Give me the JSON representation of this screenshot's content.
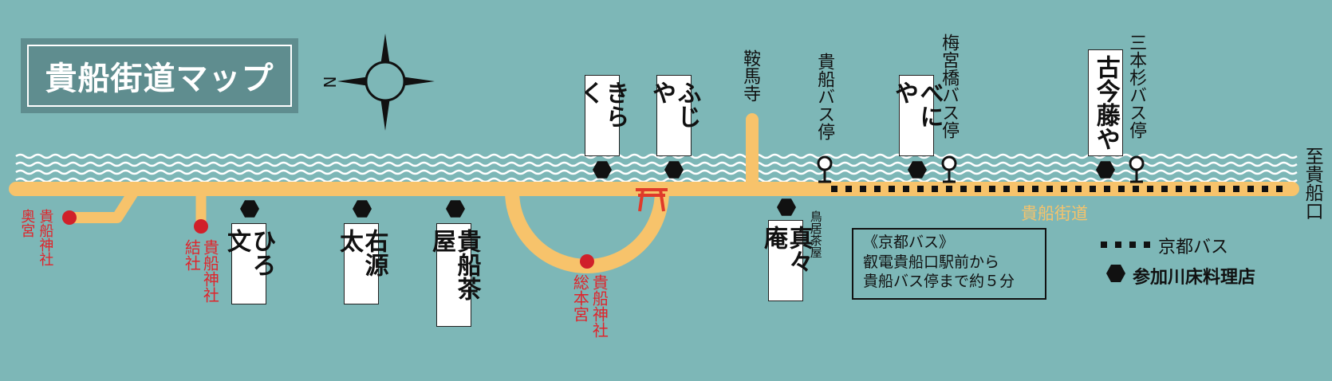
{
  "title": "貴船街道マップ",
  "compass": {
    "north": "N"
  },
  "colors": {
    "background": "#7db7b7",
    "road": "#f7c36b",
    "shrine": "#d0202a",
    "text": "#111111"
  },
  "destination": "至貴船口",
  "road_name": "貴船街道",
  "restaurants": {
    "kiraku": "きらく",
    "fujiya": "ふじや",
    "hirobun": "ひろ文",
    "ugenta": "右源太",
    "kibune_chaya": "貴船茶屋",
    "mamaan": "真々庵",
    "beniya": "べにや",
    "kokonfujiya": "古今藤や"
  },
  "places": {
    "kuramadera": "鞍馬寺",
    "toriijaya": "鳥居茶屋"
  },
  "bus_stops": {
    "kibune": "貴船バス停",
    "umemiyabashi": "梅宮橋バス停",
    "sanbonsugi": "三本杉バス停"
  },
  "shrines": {
    "okunomiya": {
      "line1": "貴船神社",
      "line2": "奥宮"
    },
    "yuinoyashiro": {
      "line1": "貴船神社",
      "line2": "結社"
    },
    "honmiya": {
      "line1": "貴船神社",
      "line2": "総本宮"
    }
  },
  "bus_info": {
    "title": "《京都バス》",
    "line1": "叡電貴船口駅前から",
    "line2": "貴船バス停まで約５分"
  },
  "legend": {
    "bus": "京都バス",
    "restaurant": "参加川床料理店"
  }
}
